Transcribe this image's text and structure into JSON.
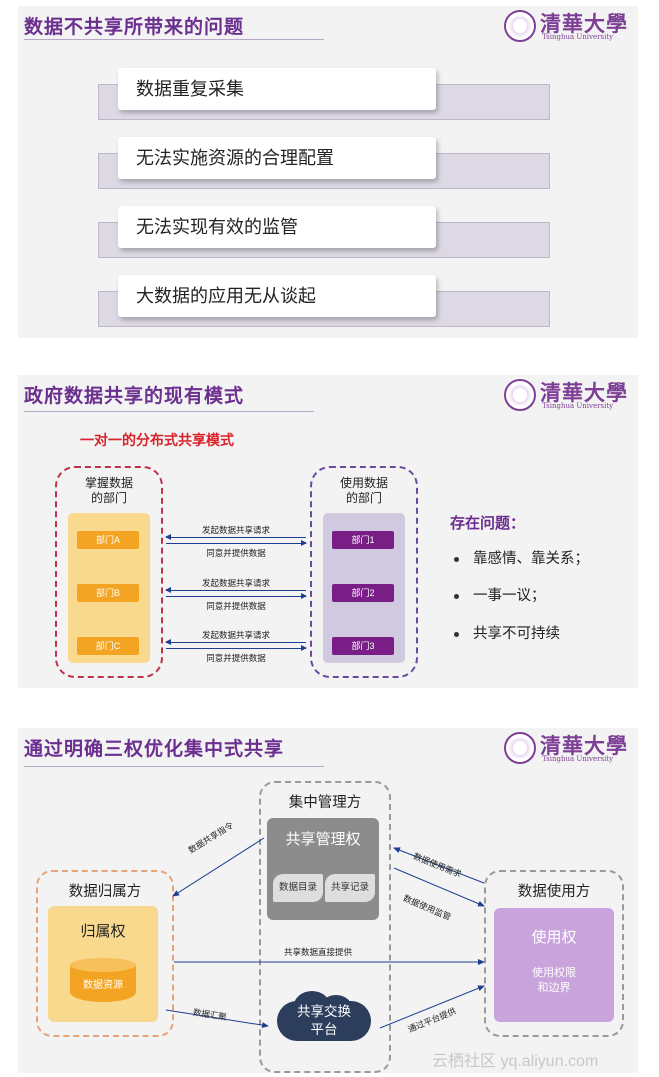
{
  "logo": {
    "name": "清華大學",
    "sub": "Tsinghua University"
  },
  "slide1": {
    "title": "数据不共享所带来的问题",
    "items": [
      "数据重复采集",
      "无法实施资源的合理配置",
      "无法实现有效的监管",
      "大数据的应用无从谈起"
    ]
  },
  "slide2": {
    "title": "政府数据共享的现有模式",
    "subtitle": "一对一的分布式共享模式",
    "left_title": "掌握数据\n的部门",
    "right_title": "使用数据\n的部门",
    "left_depts": [
      "部门A",
      "部门B",
      "部门C"
    ],
    "right_depts": [
      "部门1",
      "部门2",
      "部门3"
    ],
    "request_label": "发起数据共享请求",
    "provide_label": "同意并提供数据",
    "issues_title": "存在问题：",
    "issues": [
      "靠感情、靠关系；",
      "一事一议；",
      "共享不可持续"
    ]
  },
  "slide3": {
    "title": "通过明确三权优化集中式共享",
    "manager_title": "集中管理方",
    "manager_right": "共享管理权",
    "catalog": "数据目录",
    "record": "共享记录",
    "owner_title": "数据归属方",
    "owner_right": "归属权",
    "owner_resource": "数据资源",
    "user_title": "数据使用方",
    "user_right": "使用权",
    "user_sub": "使用权限\n和边界",
    "platform": "共享交换\n平台",
    "flows": {
      "command": "数据共享指令",
      "use_request": "数据使用需求",
      "use_supervise": "数据使用监管",
      "direct": "共享数据直接提供",
      "collect": "数据汇聚",
      "platform_provide": "通过平台提供"
    }
  },
  "watermark": "云栖社区 yq.aliyun.com",
  "colors": {
    "title_purple": "#6b2f8f",
    "accent_red": "#d8232a",
    "orange": "#f3a422",
    "dept_purple": "#7a1e87"
  }
}
